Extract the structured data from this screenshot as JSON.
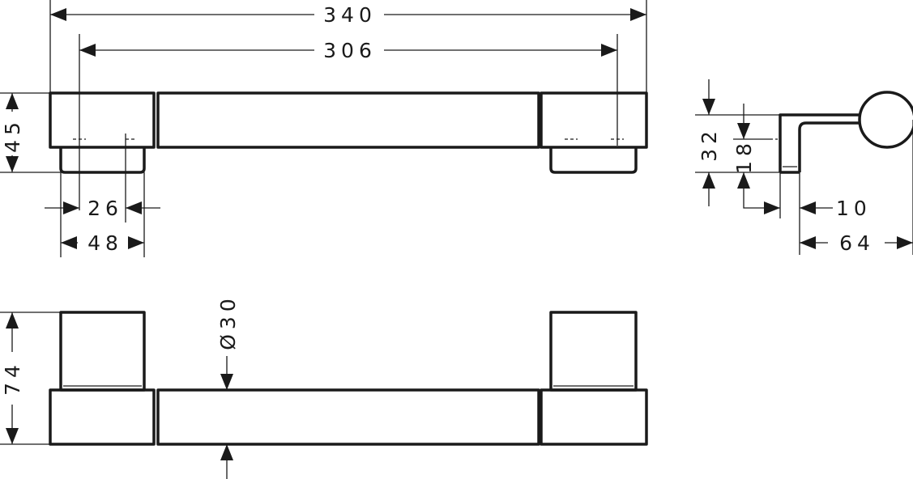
{
  "drawing": {
    "dimensions": {
      "overall_length": "340",
      "mount_spacing": "306",
      "front_height": "45",
      "foot_inner": "26",
      "foot_width": "48",
      "side_depth": "32",
      "side_inner": "18",
      "wall_thickness": "10",
      "projection": "64",
      "top_height": "74",
      "bar_diameter": "Ø30"
    },
    "line_color": "#1a1a1a"
  }
}
